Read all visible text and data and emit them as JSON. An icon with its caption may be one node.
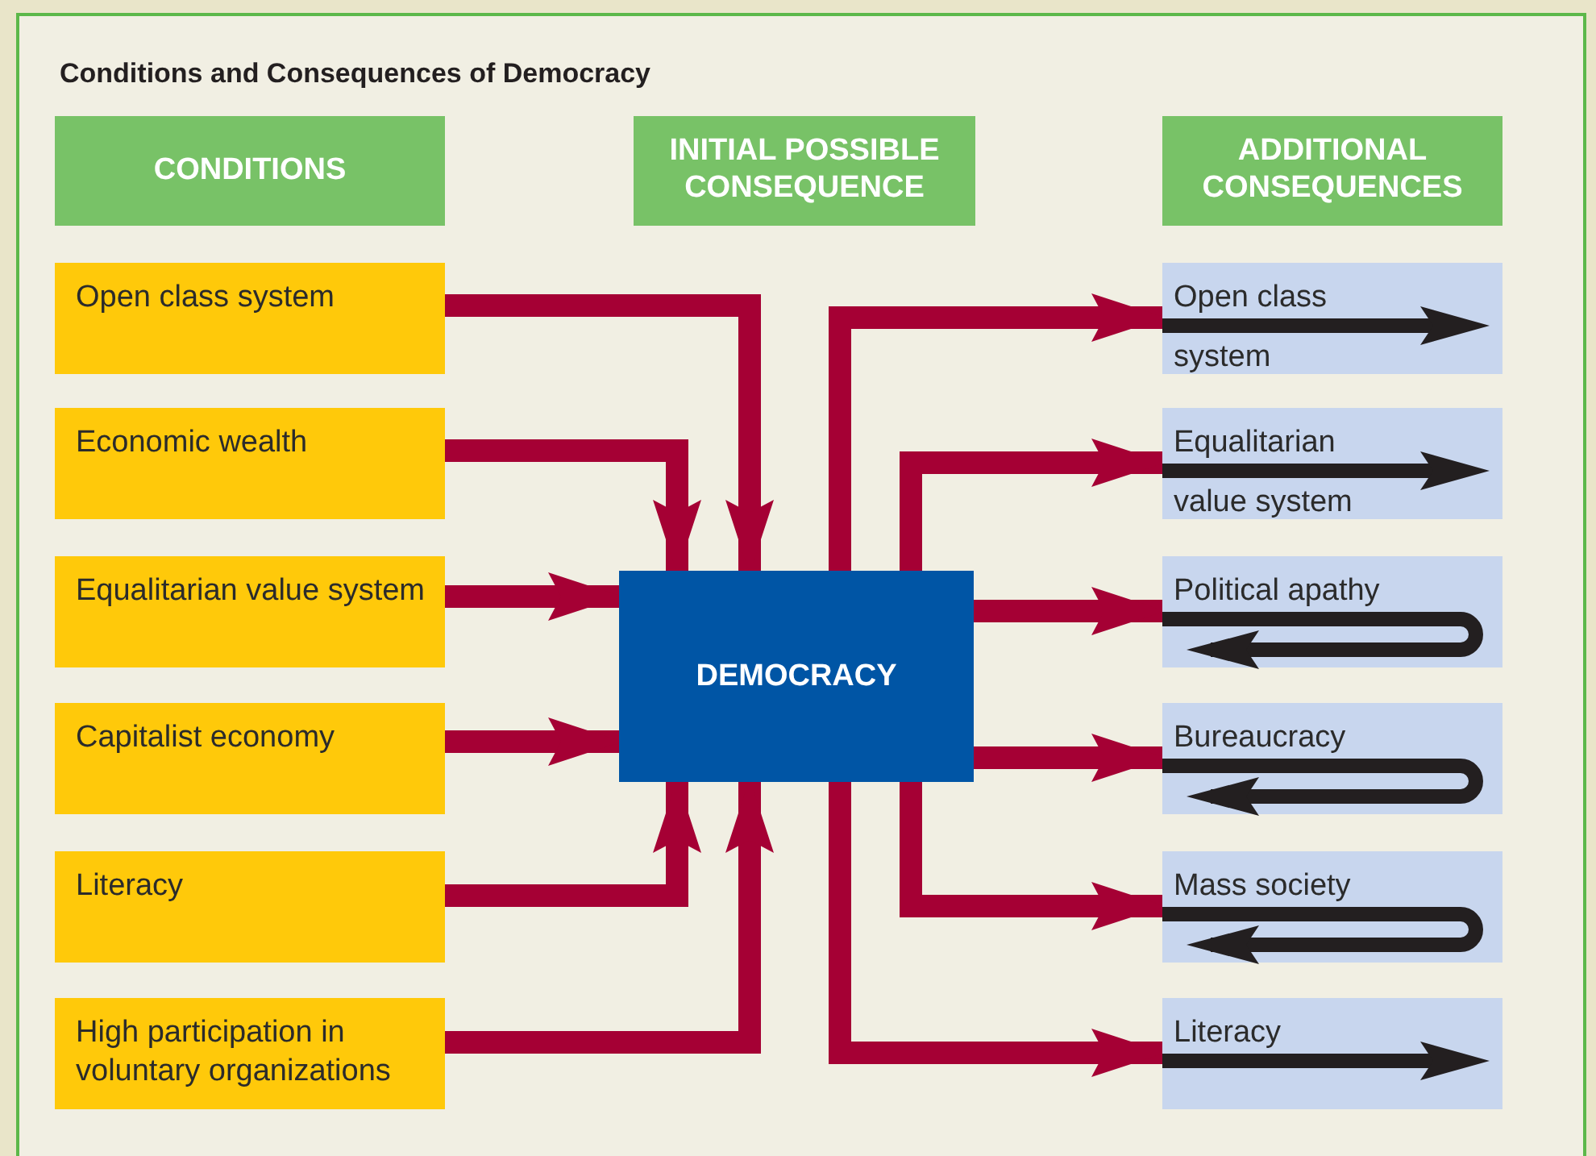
{
  "diagram": {
    "title": "Conditions and Consequences of Democracy",
    "nodes": [
      {
        "text": [
          "CONDITIONS"
        ]
      },
      {
        "text": [
          "INITIAL POSSIBLE CONSEQUENCE"
        ]
      },
      {
        "text": [
          "ADDITIONAL CONSEQUENCES"
        ]
      },
      {
        "text": [
          "Open class system"
        ]
      },
      {
        "text": [
          "Economic wealth"
        ]
      },
      {
        "text": [
          "Equalitarian value system"
        ]
      },
      {
        "text": [
          "Capitalist economy"
        ]
      },
      {
        "text": [
          "Literacy"
        ]
      },
      {
        "text": [
          "High participation in voluntary organizations"
        ]
      },
      {
        "text": [
          "DEMOCRACY"
        ]
      },
      {
        "text": [
          "Open class system"
        ]
      },
      {
        "text": [
          "Equalitarian value system"
        ]
      },
      {
        "text": [
          "Political apathy"
        ]
      },
      {
        "text": [
          "Bureaucracy"
        ]
      },
      {
        "text": [
          "Mass society"
        ]
      },
      {
        "text": [
          "Literacy"
        ]
      }
    ],
    "edges": [
      {
        "from": 3,
        "to": 9,
        "arrow": "to"
      },
      {
        "from": 4,
        "to": 9,
        "arrow": "to"
      },
      {
        "from": 5,
        "to": 9,
        "arrow": "to"
      },
      {
        "from": 6,
        "to": 9,
        "arrow": "to"
      },
      {
        "from": 7,
        "to": 9,
        "arrow": "to"
      },
      {
        "from": 8,
        "to": 9,
        "arrow": "to"
      },
      {
        "from": 9,
        "to": 10,
        "arrow": "to"
      },
      {
        "from": 9,
        "to": 11,
        "arrow": "to"
      },
      {
        "from": 9,
        "to": 12,
        "arrow": "to"
      },
      {
        "from": 9,
        "to": 13,
        "arrow": "to"
      },
      {
        "from": 9,
        "to": 14,
        "arrow": "to"
      },
      {
        "from": 9,
        "to": 15,
        "arrow": "to"
      }
    ]
  }
}
